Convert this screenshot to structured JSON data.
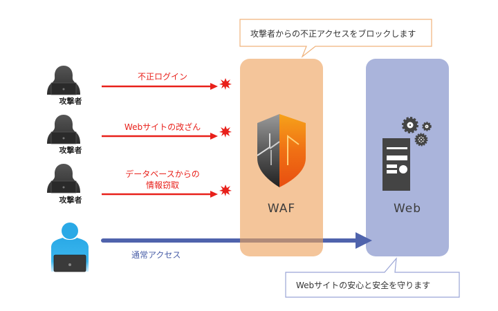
{
  "callouts": {
    "top": "攻撃者からの不正アクセスをブロックします",
    "bottom": "Webサイトの安心と安全を守ります"
  },
  "attackers": [
    {
      "label": "攻撃者",
      "attack": "不正ログイン",
      "attack_line2": ""
    },
    {
      "label": "攻撃者",
      "attack": "Webサイトの改ざん",
      "attack_line2": ""
    },
    {
      "label": "攻撃者",
      "attack": "データベースからの",
      "attack_line2": "情報窃取"
    }
  ],
  "normal_user": {
    "access_label": "通常アクセス"
  },
  "waf": {
    "label": "WAF",
    "icon": "shield-icon"
  },
  "web": {
    "label": "Web",
    "icon": "server-gears-icon"
  },
  "colors": {
    "attack_red": "#e8201a",
    "waf_fill": "#f4c59a",
    "waf_border": "#f0a868",
    "web_fill": "#aab4db",
    "normal_arrow": "#4f63ac",
    "attacker_dark": "#3a3a3a",
    "user_blue": "#29a8e0"
  }
}
